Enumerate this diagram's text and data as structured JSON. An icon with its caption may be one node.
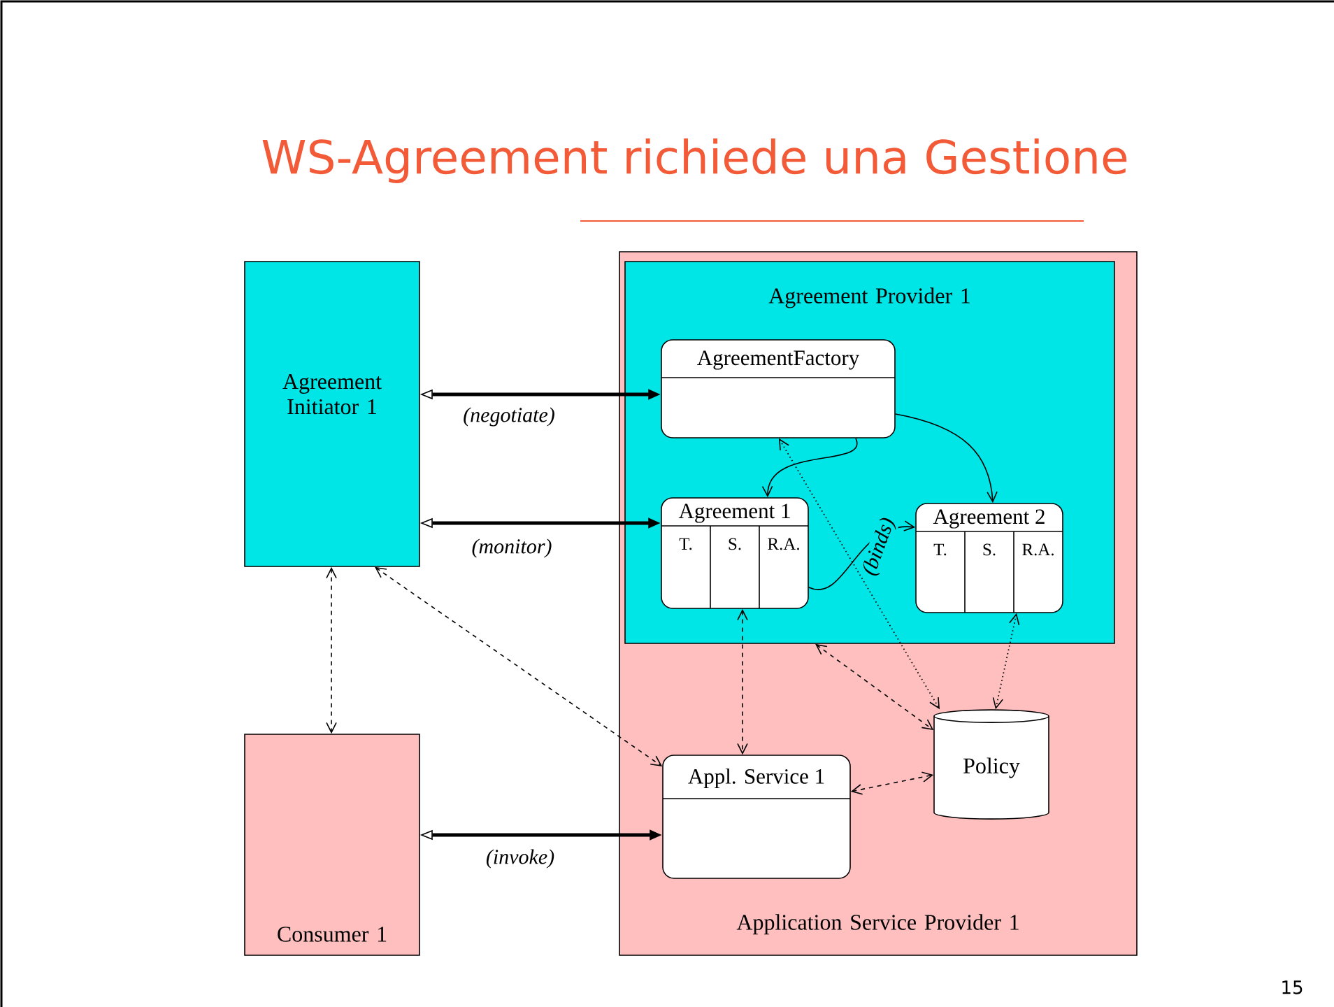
{
  "diagram": {
    "title": "WS-Agreement richiede una Gestione",
    "nodes": [
      {
        "text": [
          "Agreement Initiator 1"
        ]
      },
      {
        "text": [
          "Application Service Provider 1"
        ]
      },
      {
        "text": [
          "Agreement Provider 1"
        ],
        "in": 1
      },
      {
        "text": [
          "AgreementFactory"
        ],
        "in": 2
      },
      {
        "text": [
          "Agreement 1",
          "T.",
          "S.",
          "R.A."
        ],
        "in": 2
      },
      {
        "text": [
          "Agreement 2",
          "T.",
          "S.",
          "R.A."
        ],
        "in": 2
      },
      {
        "text": [
          "Consumer 1"
        ]
      },
      {
        "text": [
          "Appl. Service 1"
        ],
        "in": 1
      },
      {
        "text": [
          "Policy"
        ],
        "in": 1
      }
    ],
    "edges": [
      {
        "from": 0,
        "to": 3,
        "arrow": "both",
        "label": "(negotiate)",
        "style": "thick"
      },
      {
        "from": 0,
        "to": 4,
        "arrow": "both",
        "label": "(monitor)",
        "style": "thick"
      },
      {
        "from": 6,
        "to": 7,
        "arrow": "both",
        "label": "(invoke)",
        "style": "thick"
      },
      {
        "from": 0,
        "to": 6,
        "arrow": "both",
        "style": "dashed"
      },
      {
        "from": 0,
        "to": 7,
        "arrow": "both",
        "style": "dashed"
      },
      {
        "from": 3,
        "to": 4,
        "arrow": "to"
      },
      {
        "from": 3,
        "to": 5,
        "arrow": "to"
      },
      {
        "from": 4,
        "to": 5,
        "arrow": "to",
        "label": "(binds)"
      },
      {
        "from": 3,
        "to": 8,
        "arrow": "both",
        "style": "dashed"
      },
      {
        "from": 4,
        "to": 7,
        "arrow": "both",
        "style": "dashed"
      },
      {
        "from": 2,
        "to": 8,
        "arrow": "both",
        "style": "dashed"
      },
      {
        "from": 5,
        "to": 8,
        "arrow": "both",
        "style": "dashed"
      },
      {
        "from": 7,
        "to": 8,
        "arrow": "both",
        "style": "dashed"
      }
    ],
    "labels": [
      "15"
    ]
  }
}
